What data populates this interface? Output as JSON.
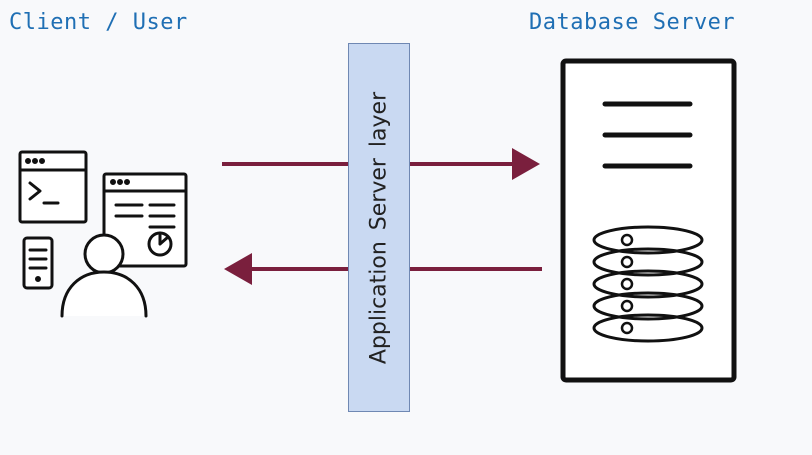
{
  "labels": {
    "client": "Client / User",
    "database": "Database Server",
    "app_layer": "Application  Server layer"
  },
  "colors": {
    "heading": "#1f6fb4",
    "arrow": "#7a1f3d",
    "layer_fill": "#c9d9f2",
    "layer_border": "#6f88b3",
    "stroke": "#111111"
  },
  "icons": {
    "client": "client-user-devices-icon",
    "database": "database-server-icon"
  }
}
